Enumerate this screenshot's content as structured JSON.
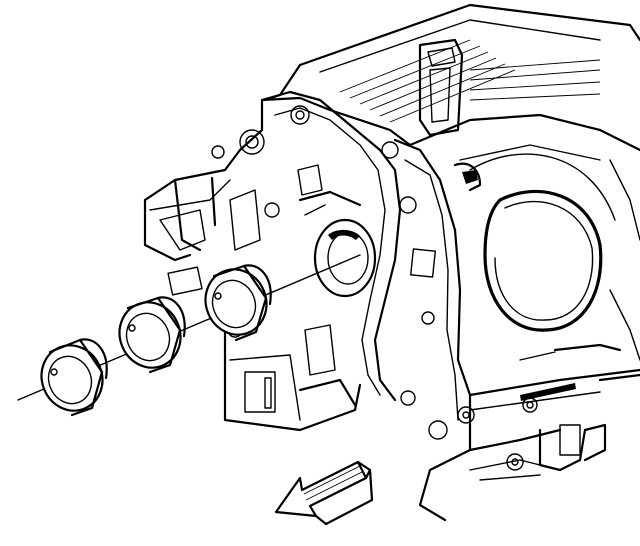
{
  "figure": {
    "parts": [
      {
        "name": "engine-block"
      },
      {
        "name": "camshaft-bearing",
        "count": 3
      },
      {
        "name": "installation-direction-arrow"
      }
    ],
    "colors": {
      "ink": "#000000",
      "background": "#ffffff"
    }
  }
}
